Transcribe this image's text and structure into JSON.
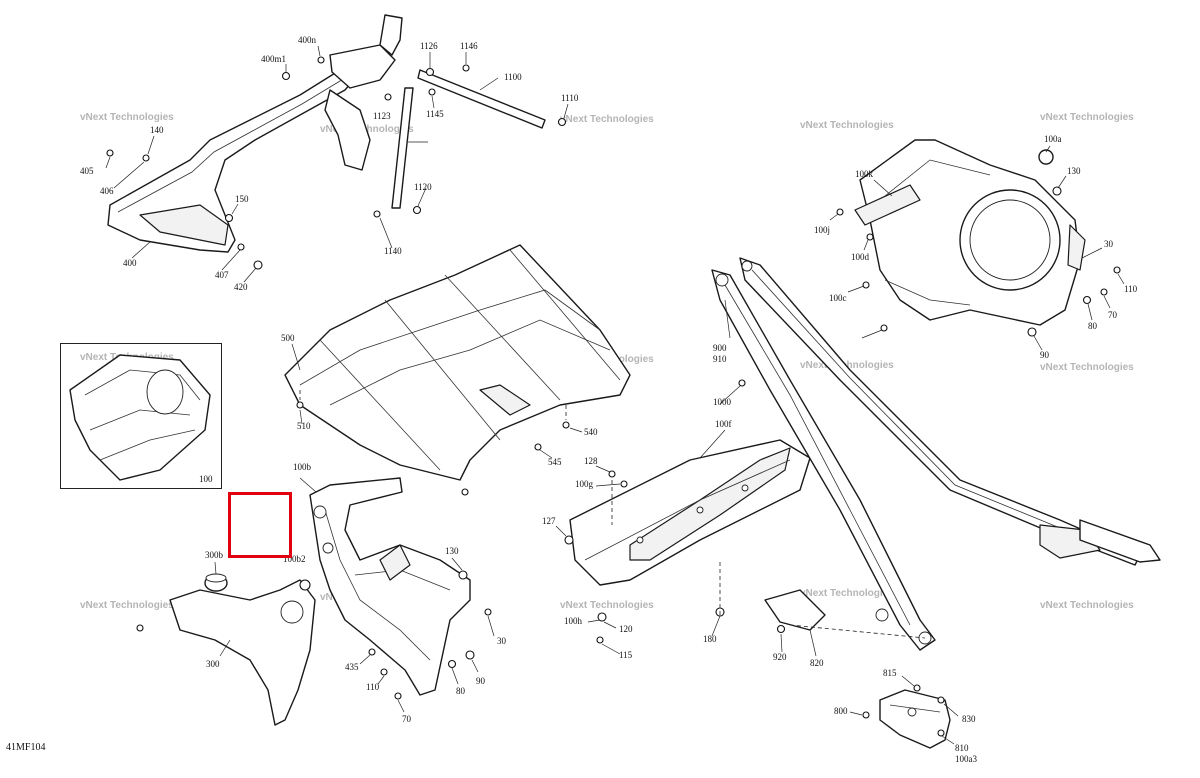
{
  "diagram_code": "41MF104",
  "watermark": "vNext Technologies",
  "highlight_color": "#e0000f",
  "callouts": [
    "400m1",
    "400n",
    "1126",
    "1146",
    "1100",
    "1110",
    "140",
    "405",
    "406",
    "150",
    "400",
    "407",
    "420",
    "1123",
    "1145",
    "1120",
    "1140",
    "500",
    "510",
    "540",
    "545",
    "100",
    "100b",
    "300b",
    "100b2",
    "130",
    "30",
    "300",
    "435",
    "110",
    "80",
    "90",
    "70",
    "128",
    "100g",
    "127",
    "100h",
    "120",
    "115",
    "180",
    "100f",
    "1000",
    "900",
    "910",
    "820",
    "920",
    "815",
    "830",
    "800",
    "810",
    "100a3",
    "100a",
    "100k",
    "100j",
    "100d",
    "100c"
  ]
}
